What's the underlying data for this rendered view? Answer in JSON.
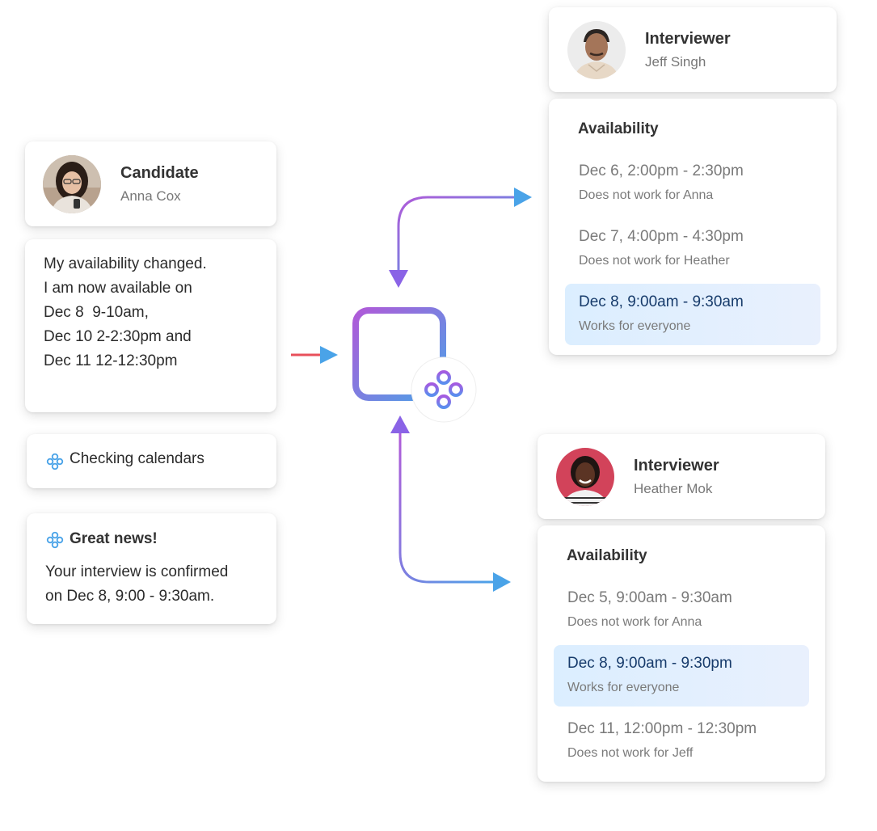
{
  "candidate": {
    "role": "Candidate",
    "name": "Anna Cox",
    "message_lines": [
      "My availability changed.",
      "",
      "I am now available on",
      "Dec 8  9-10am,",
      "Dec 10 2-2:30pm and",
      "Dec 11 12-12:30pm"
    ]
  },
  "status": {
    "checking": "Checking calendars"
  },
  "news": {
    "title": "Great news!",
    "body_lines": [
      "Your interview is confirmed",
      "on Dec 8, 9:00 - 9:30am."
    ]
  },
  "interviewer_1": {
    "role": "Interviewer",
    "name": "Jeff Singh",
    "availability_title": "Availability",
    "slots": [
      {
        "time": "Dec 6, 2:00pm - 2:30pm",
        "note": "Does not work for Anna",
        "highlight": false
      },
      {
        "time": "Dec 7, 4:00pm - 4:30pm",
        "note": "Does not work for Heather",
        "highlight": false
      },
      {
        "time": "Dec 8, 9:00am - 9:30am",
        "note": "Works for everyone",
        "highlight": true
      }
    ]
  },
  "interviewer_2": {
    "role": "Interviewer",
    "name": "Heather Mok",
    "availability_title": "Availability",
    "slots": [
      {
        "time": "Dec 5, 9:00am - 9:30am",
        "note": "Does not work for Anna",
        "highlight": false
      },
      {
        "time": "Dec 8, 9:00am - 9:30pm",
        "note": "Works for everyone",
        "highlight": true
      },
      {
        "time": "Dec 11, 12:00pm - 12:30pm",
        "note": "Does not work for Jeff",
        "highlight": false
      }
    ]
  },
  "colors": {
    "accent_blue": "#4aa3e8",
    "accent_purple": "#9b59d9",
    "arrow_red": "#e8505b",
    "highlight_text": "#173b6b"
  },
  "icons": [
    "calendar-icon",
    "clover-logo-icon",
    "arrow-icon",
    "avatar"
  ]
}
